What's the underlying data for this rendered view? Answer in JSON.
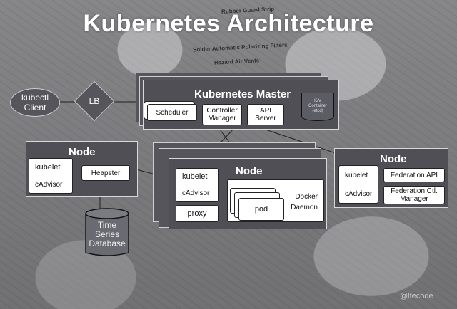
{
  "title": "Kubernetes Architecture",
  "sketch_notes": [
    "Rubber Guard Strip",
    "Solder Automatic Polarizing Filters",
    "Hazard Air Vents"
  ],
  "client": {
    "line1": "kubectl",
    "line2": "Client"
  },
  "lb": {
    "label": "LB"
  },
  "master": {
    "title": "Kubernetes Master",
    "scheduler": "Scheduler",
    "controller_line1": "Controller",
    "controller_line2": "Manager",
    "api_line1": "API",
    "api_line2": "Server",
    "kv_line1": "K/V",
    "kv_line2": "Container",
    "kv_line3": "(etcd)"
  },
  "node_left": {
    "title": "Node",
    "kubelet": "kubelet",
    "cadvisor": "cAdvisor",
    "heapster": "Heapster"
  },
  "tsdb": {
    "line1": "Time",
    "line2": "Series",
    "line3": "Database"
  },
  "node_center": {
    "title": "Node",
    "kubelet": "kubelet",
    "cadvisor": "cAdvisor",
    "proxy": "proxy",
    "pod": "pod",
    "docker_line1": "Docker",
    "docker_line2": "Daemon"
  },
  "node_right": {
    "title": "Node",
    "kubelet": "kubelet",
    "cadvisor": "cAdvisor",
    "fed_api": "Federation API",
    "fed_ctl_line1": "Federation Ctl.",
    "fed_ctl_line2": "Manager"
  },
  "watermark": "@ltecode"
}
